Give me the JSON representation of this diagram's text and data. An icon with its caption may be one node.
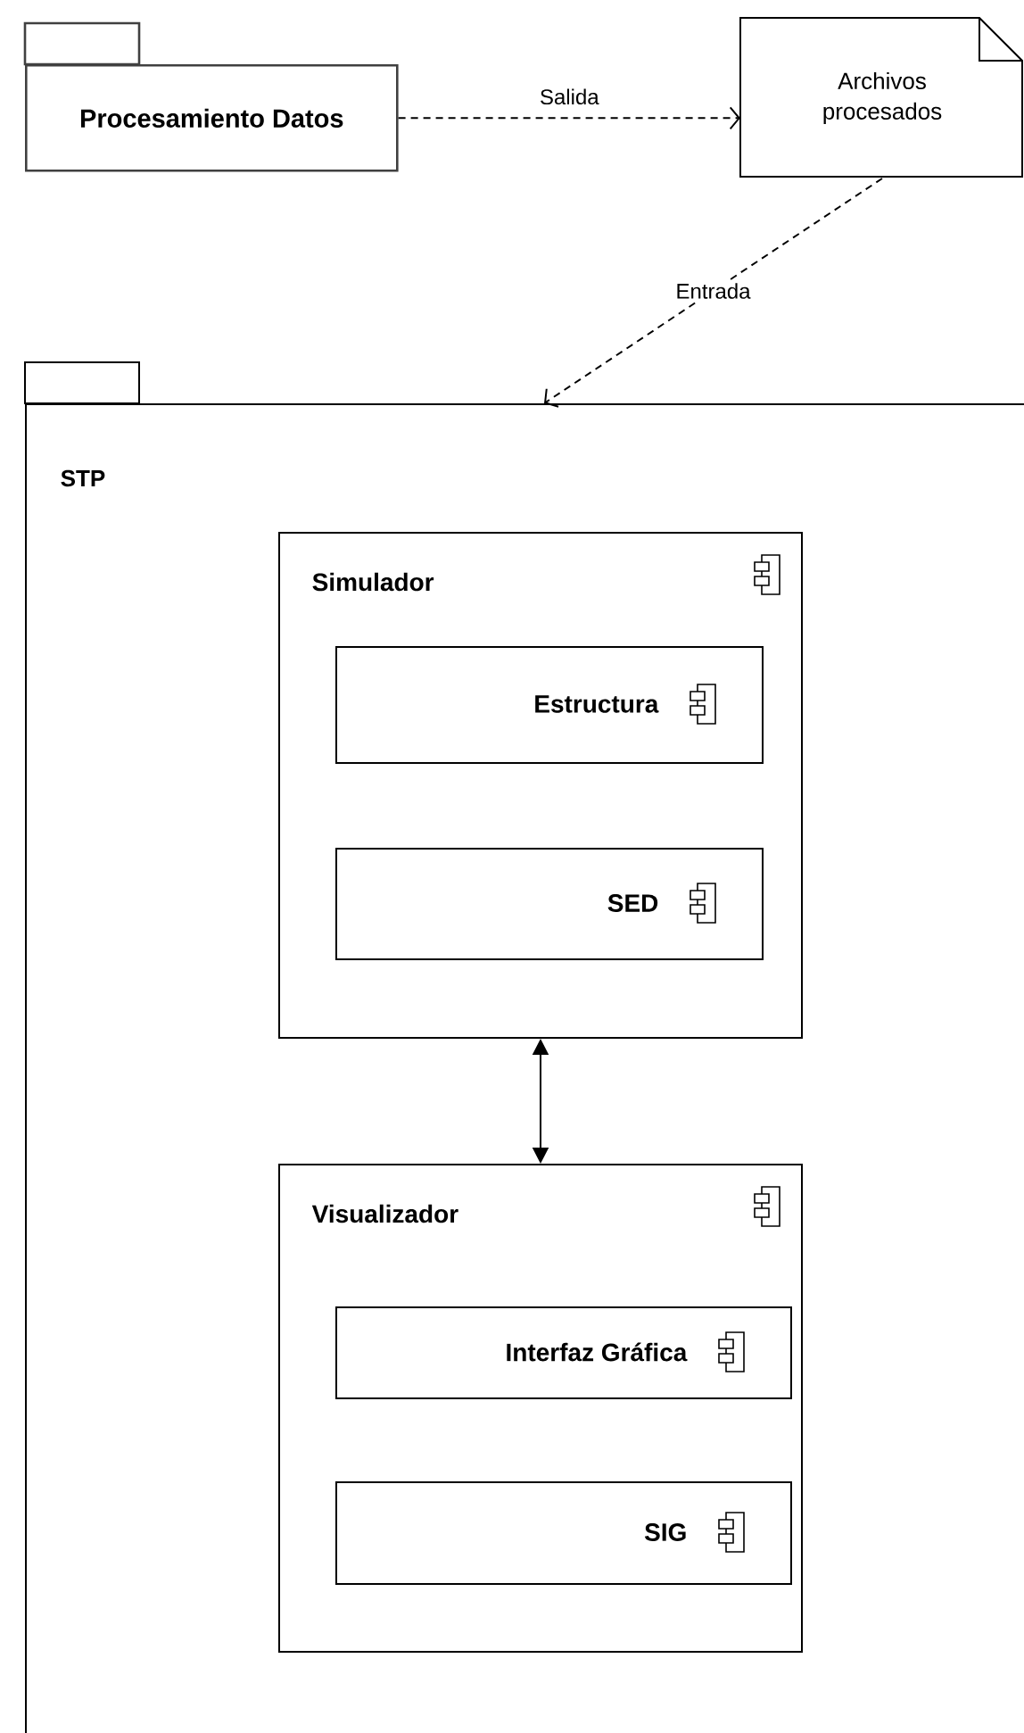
{
  "diagram": {
    "nodes": [
      {
        "text": [
          "Procesamiento Datos"
        ]
      },
      {
        "text": [
          "Archivos procesados"
        ]
      },
      {
        "text": [
          "STP"
        ]
      },
      {
        "text": [
          "Simulador"
        ],
        "in": 2
      },
      {
        "text": [
          "Estructura"
        ],
        "in": 3
      },
      {
        "text": [
          "SED"
        ],
        "in": 3
      },
      {
        "text": [
          "Visualizador"
        ],
        "in": 2
      },
      {
        "text": [
          "Interfaz Gráfica"
        ],
        "in": 6
      },
      {
        "text": [
          "SIG"
        ],
        "in": 6
      }
    ],
    "edges": [
      {
        "from": 0,
        "to": 1,
        "arrow": "to",
        "label": "Salida",
        "style": "dashed"
      },
      {
        "from": 1,
        "to": 2,
        "arrow": "to",
        "label": "Entrada",
        "style": "dashed"
      },
      {
        "from": 3,
        "to": 6,
        "arrow": "both"
      }
    ]
  }
}
